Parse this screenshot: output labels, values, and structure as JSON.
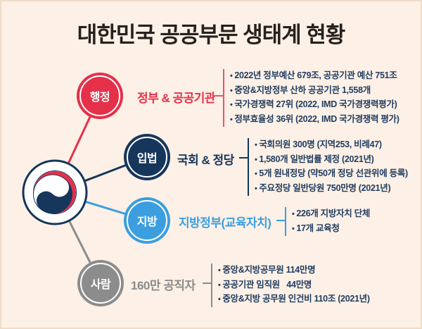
{
  "title": "대한민국 공공부문 생태계 현황",
  "emblem": {
    "icon": "korea-government-taegeuk-emblem"
  },
  "colors": {
    "background": "#fdf0e6",
    "border": "#eedcc7",
    "red": "#e5304a",
    "navy": "#16365b",
    "blue": "#3b9edf",
    "gray": "#8c8c8c",
    "bullet_text": "#1f3c5f",
    "title_text": "#26211e"
  },
  "branches": [
    {
      "node_label": "행정",
      "heading": "정부 & 공공기관",
      "color": "#e5304a",
      "bullets": [
        "2022년 정부예산 679조, 공공기관 예산 751조",
        "중앙&지방정부 산하 공공기관 1,558개",
        "국가경쟁력 27위 (2022, IMD 국가경쟁력평가)",
        "정부효율성 36위 (2022, IMD 국가경쟁력 평가)"
      ]
    },
    {
      "node_label": "입법",
      "heading": "국회 & 정당",
      "color": "#16365b",
      "bullets": [
        "국회의원 300명 (지역253, 비례47)",
        "1,580개 일반법률 제정 (2021년)",
        "5개 원내정당 (약50개 정당 선관위에 등록)",
        "주요정당 일반당원 750만명 (2021년)"
      ]
    },
    {
      "node_label": "지방",
      "heading": "지방정부(교육자치)",
      "color": "#3b9edf",
      "bullets": [
        "226개 지방자치 단체",
        "17개 교육청"
      ]
    },
    {
      "node_label": "사람",
      "heading": "160만 공직자",
      "color": "#8c8c8c",
      "bullets": [
        "중앙&지방공무원 114만명",
        "공공기관 임직원   44만명",
        "중앙&지방 공무원 인건비 110조 (2021년)"
      ]
    }
  ]
}
